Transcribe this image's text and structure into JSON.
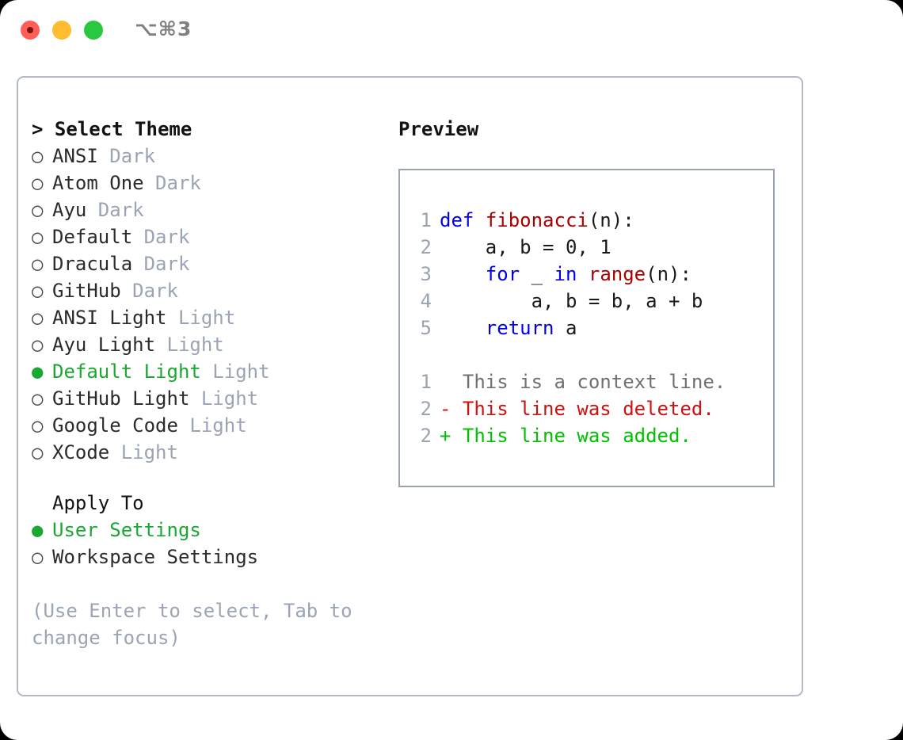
{
  "titlebar": {
    "shortcut": "⌥⌘3",
    "buttons": [
      {
        "name": "close",
        "color": "#ff5f57"
      },
      {
        "name": "minimize",
        "color": "#febc2e"
      },
      {
        "name": "maximize",
        "color": "#28c840"
      }
    ]
  },
  "theme_picker": {
    "header": "> Select Theme",
    "bullet_off": "○",
    "bullet_on": "●",
    "selected_color": "#1aa832",
    "tag_color": "#9aa4b4",
    "options": [
      {
        "label": "ANSI",
        "tag": "Dark",
        "selected": false
      },
      {
        "label": "Atom One",
        "tag": "Dark",
        "selected": false
      },
      {
        "label": "Ayu",
        "tag": "Dark",
        "selected": false
      },
      {
        "label": "Default",
        "tag": "Dark",
        "selected": false
      },
      {
        "label": "Dracula",
        "tag": "Dark",
        "selected": false
      },
      {
        "label": "GitHub",
        "tag": "Dark",
        "selected": false
      },
      {
        "label": "ANSI Light",
        "tag": "Light",
        "selected": false
      },
      {
        "label": "Ayu Light",
        "tag": "Light",
        "selected": false
      },
      {
        "label": "Default Light",
        "tag": "Light",
        "selected": true
      },
      {
        "label": "GitHub Light",
        "tag": "Light",
        "selected": false
      },
      {
        "label": "Google Code",
        "tag": "Light",
        "selected": false
      },
      {
        "label": "XCode",
        "tag": "Light",
        "selected": false
      }
    ]
  },
  "apply_to": {
    "label": "Apply To",
    "options": [
      {
        "label": "User Settings",
        "selected": true
      },
      {
        "label": "Workspace Settings",
        "selected": false
      }
    ]
  },
  "hint": "(Use Enter to select, Tab to change focus)",
  "preview": {
    "title": "Preview",
    "code_lines": [
      {
        "num": "1",
        "tokens": [
          {
            "t": "def",
            "c": "kw"
          },
          {
            "t": " ",
            "c": "pl"
          },
          {
            "t": "fibonacci",
            "c": "fn"
          },
          {
            "t": "(n):",
            "c": "pl"
          }
        ]
      },
      {
        "num": "2",
        "tokens": [
          {
            "t": "    a, b = 0, 1",
            "c": "pl"
          }
        ]
      },
      {
        "num": "3",
        "tokens": [
          {
            "t": "    ",
            "c": "pl"
          },
          {
            "t": "for",
            "c": "kw"
          },
          {
            "t": " _ ",
            "c": "pl"
          },
          {
            "t": "in",
            "c": "kw"
          },
          {
            "t": " ",
            "c": "pl"
          },
          {
            "t": "range",
            "c": "fn"
          },
          {
            "t": "(n):",
            "c": "pl"
          }
        ]
      },
      {
        "num": "4",
        "tokens": [
          {
            "t": "        a, b = b, a + b",
            "c": "pl"
          }
        ]
      },
      {
        "num": "5",
        "tokens": [
          {
            "t": "    ",
            "c": "pl"
          },
          {
            "t": "return",
            "c": "kw"
          },
          {
            "t": " a",
            "c": "pl"
          }
        ]
      }
    ],
    "diff_lines": [
      {
        "num": "1",
        "text": "  This is a context line.",
        "c": "ctx"
      },
      {
        "num": "2",
        "text": "- This line was deleted.",
        "c": "del"
      },
      {
        "num": "2",
        "text": "+ This line was added.",
        "c": "add"
      }
    ],
    "syntax_colors": {
      "keyword": "#0000ee",
      "function": "#aa0000",
      "plain": "#1a1a1a",
      "line_number": "#9aa3b0",
      "diff_context": "#707070",
      "diff_deleted": "#cc1111",
      "diff_added": "#00c000"
    }
  }
}
